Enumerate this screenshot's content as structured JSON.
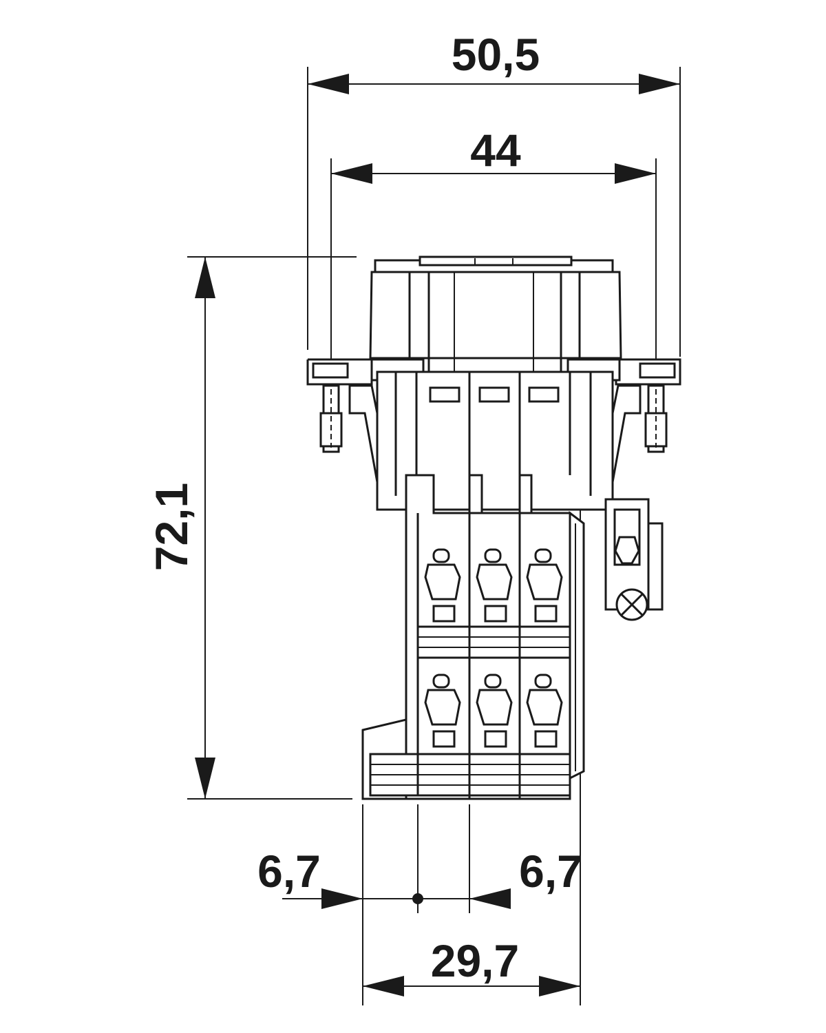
{
  "dimensions": {
    "overall_width": "50,5",
    "inner_width": "44",
    "height": "72,1",
    "left_offset": "6,7",
    "right_offset": "6,7",
    "base_width": "29,7"
  },
  "colors": {
    "line": "#1a1a1a",
    "background": "#ffffff"
  }
}
